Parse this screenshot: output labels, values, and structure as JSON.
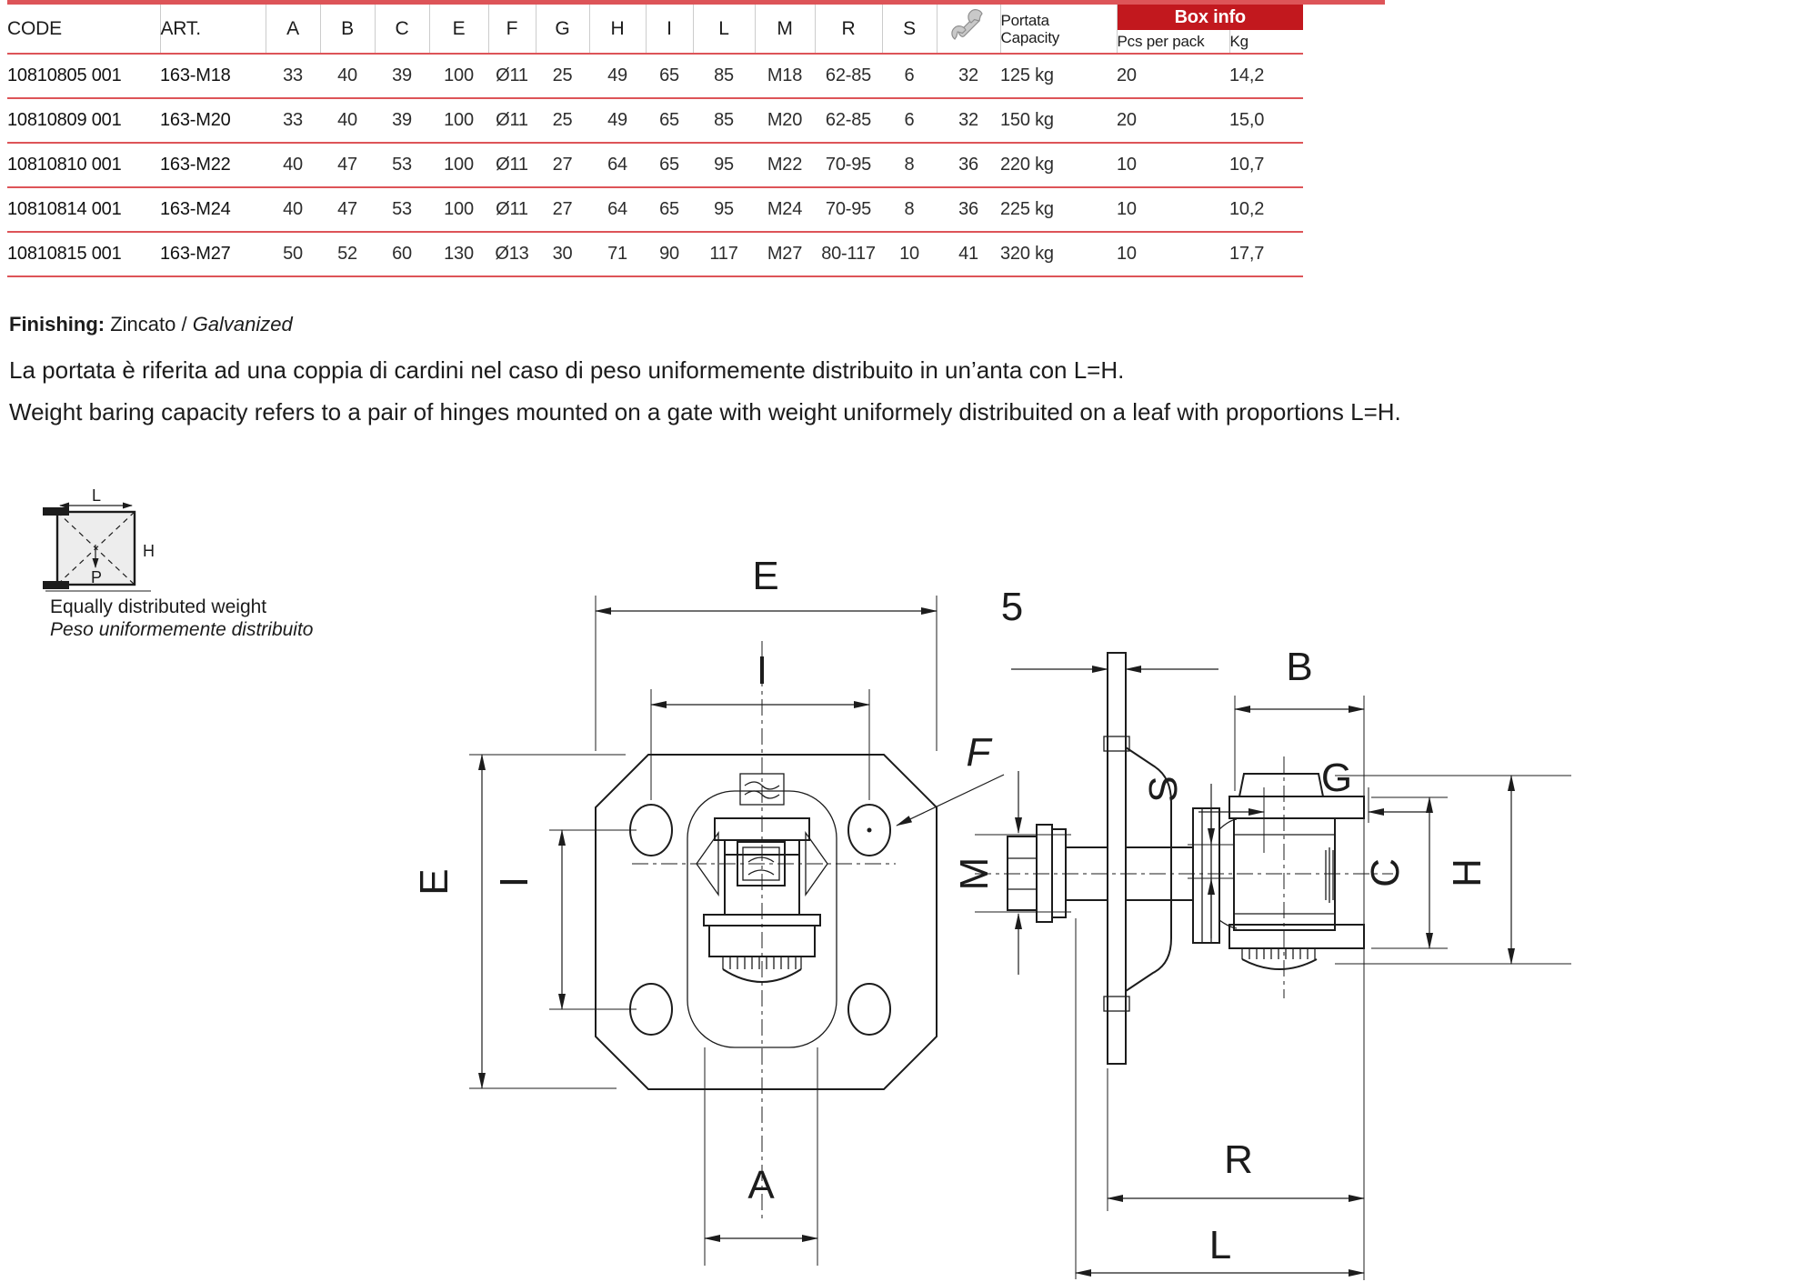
{
  "colors": {
    "banner_red": "#c2181e",
    "row_line_red": "#dd5458",
    "header_sep_gray": "#cccccc",
    "ink": "#1c1c1c",
    "wrench_gray": "#c0c0c0",
    "leaf_fill": "#ededed"
  },
  "table": {
    "headers": {
      "code": "CODE",
      "art": "ART.",
      "letters": [
        "A",
        "B",
        "C",
        "E",
        "F",
        "G",
        "H",
        "I",
        "L",
        "M",
        "R",
        "S"
      ],
      "wrench_icon": "wrench-icon",
      "portata_l1": "Portata",
      "portata_l2": "Capacity",
      "box_info": "Box info",
      "pcs": "Pcs per pack",
      "kg": "Kg"
    },
    "rows": [
      {
        "code": "10810805 001",
        "art": "163-M18",
        "a": "33",
        "b": "40",
        "c": "39",
        "e": "100",
        "f": "Ø11",
        "g": "25",
        "h": "49",
        "i": "65",
        "l": "85",
        "m": "M18",
        "r": "62-85",
        "s": "6",
        "wrench": "32",
        "capacity": "125 kg",
        "pcs": "20",
        "kg": "14,2"
      },
      {
        "code": "10810809 001",
        "art": "163-M20",
        "a": "33",
        "b": "40",
        "c": "39",
        "e": "100",
        "f": "Ø11",
        "g": "25",
        "h": "49",
        "i": "65",
        "l": "85",
        "m": "M20",
        "r": "62-85",
        "s": "6",
        "wrench": "32",
        "capacity": "150 kg",
        "pcs": "20",
        "kg": "15,0"
      },
      {
        "code": "10810810 001",
        "art": "163-M22",
        "a": "40",
        "b": "47",
        "c": "53",
        "e": "100",
        "f": "Ø11",
        "g": "27",
        "h": "64",
        "i": "65",
        "l": "95",
        "m": "M22",
        "r": "70-95",
        "s": "8",
        "wrench": "36",
        "capacity": "220 kg",
        "pcs": "10",
        "kg": "10,7"
      },
      {
        "code": "10810814 001",
        "art": "163-M24",
        "a": "40",
        "b": "47",
        "c": "53",
        "e": "100",
        "f": "Ø11",
        "g": "27",
        "h": "64",
        "i": "65",
        "l": "95",
        "m": "M24",
        "r": "70-95",
        "s": "8",
        "wrench": "36",
        "capacity": "225 kg",
        "pcs": "10",
        "kg": "10,2"
      },
      {
        "code": "10810815 001",
        "art": "163-M27",
        "a": "50",
        "b": "52",
        "c": "60",
        "e": "130",
        "f": "Ø13",
        "g": "30",
        "h": "71",
        "i": "90",
        "l": "117",
        "m": "M27",
        "r": "80-117",
        "s": "10",
        "wrench": "41",
        "capacity": "320 kg",
        "pcs": "10",
        "kg": "17,7"
      }
    ]
  },
  "finishing": {
    "label": "Finishing:",
    "value": " Zincato / ",
    "value_italic": "Galvanized"
  },
  "notes": {
    "it": "La portata è riferita ad una coppia di cardini nel caso di peso uniformemente distribuito in un’anta con L=H.",
    "en": "Weight baring capacity refers to a pair of hinges mounted on a gate with weight uniformely distribuited on a leaf with proportions L=H."
  },
  "weight_diagram": {
    "dim_l": "L",
    "dim_h": "H",
    "dim_p": "P",
    "caption_en": "Equally distributed weight",
    "caption_it": "Peso uniformemente distribuito"
  },
  "front_view": {
    "dim_e_top": "E",
    "dim_i_top": "I",
    "dim_e_left": "E",
    "dim_i_left": "I",
    "dim_a": "A",
    "dim_f": "F"
  },
  "side_view": {
    "dim_5": "5",
    "dim_b": "B",
    "dim_g": "G",
    "dim_s": "S",
    "dim_m": "M",
    "dim_c": "C",
    "dim_h": "H",
    "dim_r": "R",
    "dim_l": "L"
  }
}
